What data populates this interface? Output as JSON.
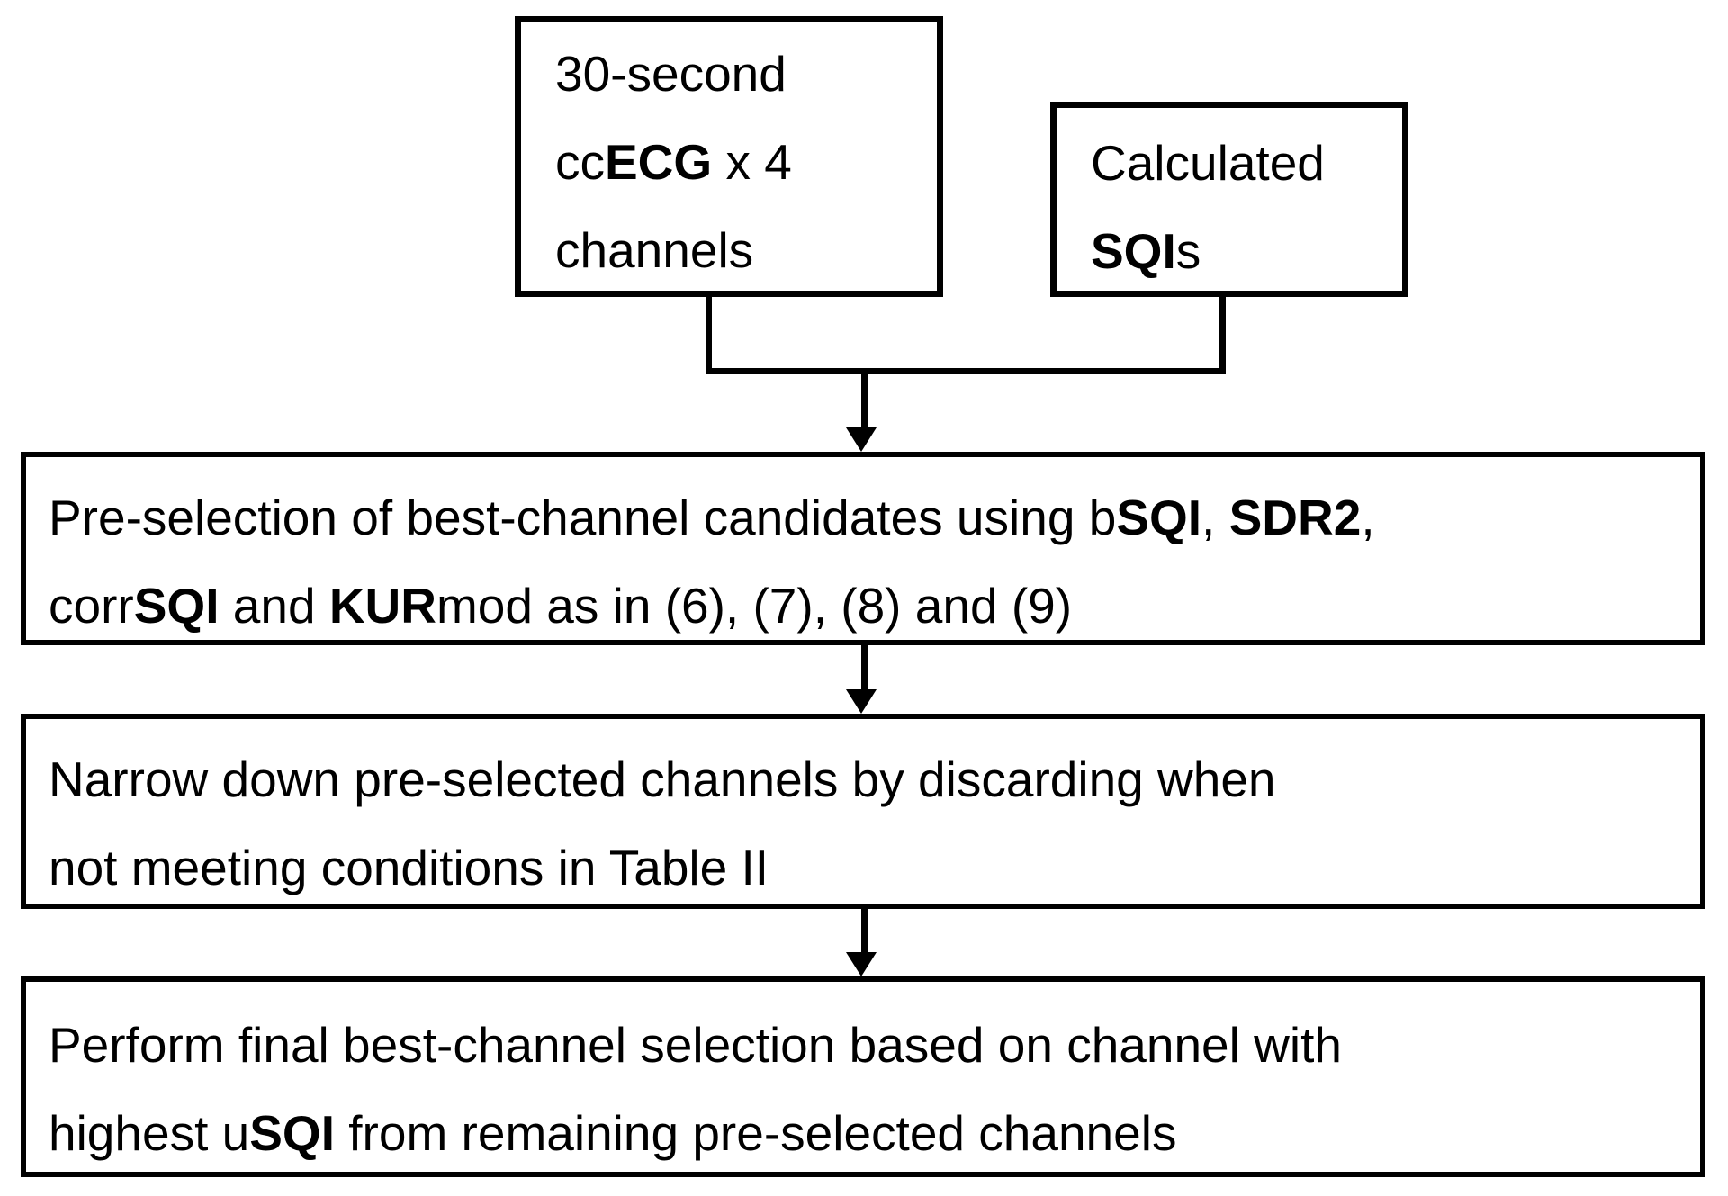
{
  "figure": {
    "background": "#ffffff",
    "ink": "#000000",
    "type": "flowchart",
    "nodes": {
      "ecg_input": {
        "lines": [
          [
            {
              "t": "30-second"
            }
          ],
          [
            {
              "t": "cc"
            },
            {
              "t": "ECG",
              "b": true
            },
            {
              "t": " x 4"
            }
          ],
          [
            {
              "t": "channels"
            }
          ]
        ]
      },
      "sqi_input": {
        "lines": [
          [
            {
              "t": "Calculated"
            }
          ],
          [
            {
              "t": "SQI",
              "b": true
            },
            {
              "t": "s"
            }
          ]
        ]
      },
      "preselection": {
        "lines": [
          [
            {
              "t": "Pre-selection of best-channel candidates using b"
            },
            {
              "t": "SQI",
              "b": true
            },
            {
              "t": ", "
            },
            {
              "t": "SDR2",
              "b": true
            },
            {
              "t": ","
            }
          ],
          [
            {
              "t": "corr"
            },
            {
              "t": "SQI",
              "b": true
            },
            {
              "t": " and "
            },
            {
              "t": "KUR",
              "b": true
            },
            {
              "t": "mod as in (6), (7), (8) and (9)"
            }
          ]
        ]
      },
      "narrow_down": {
        "lines": [
          [
            {
              "t": "Narrow down pre-selected channels by discarding when"
            }
          ],
          [
            {
              "t": "not meeting conditions in Table II"
            }
          ]
        ]
      },
      "final_selection": {
        "lines": [
          [
            {
              "t": "Perform final best-channel selection based on channel with"
            }
          ],
          [
            {
              "t": "highest u"
            },
            {
              "t": "SQI",
              "b": true
            },
            {
              "t": " from remaining pre-selected channels"
            }
          ]
        ]
      }
    },
    "edges": [
      "ecg_input+sqi_input -> preselection",
      "preselection -> narrow_down",
      "narrow_down -> final_selection"
    ]
  }
}
